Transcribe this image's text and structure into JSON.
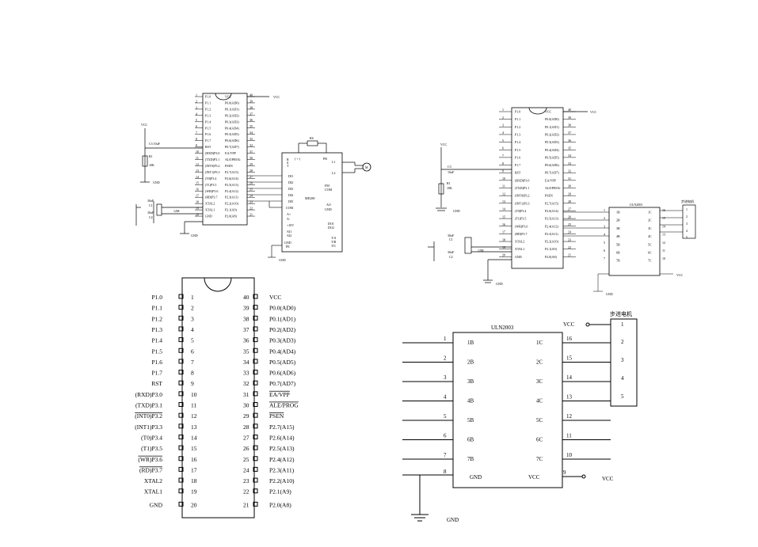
{
  "mcu_large": {
    "left_pins": [
      {
        "n": "1",
        "name": "P1.0"
      },
      {
        "n": "2",
        "name": "P1.1"
      },
      {
        "n": "3",
        "name": "P1.2"
      },
      {
        "n": "4",
        "name": "P1.3"
      },
      {
        "n": "5",
        "name": "P1.4"
      },
      {
        "n": "6",
        "name": "P1.5"
      },
      {
        "n": "7",
        "name": "P1.6"
      },
      {
        "n": "8",
        "name": "P1.7"
      },
      {
        "n": "9",
        "name": "RST"
      },
      {
        "n": "10",
        "name": "(RXD)P3.0"
      },
      {
        "n": "11",
        "name": "(TXD)P3.1"
      },
      {
        "n": "12",
        "name": "(INT0)P3.2"
      },
      {
        "n": "13",
        "name": "(INT1)P3.3"
      },
      {
        "n": "14",
        "name": "(T0)P3.4"
      },
      {
        "n": "15",
        "name": "(T1)P3.5"
      },
      {
        "n": "16",
        "name": "(WR)P3.6"
      },
      {
        "n": "17",
        "name": "(RD)P3.7"
      },
      {
        "n": "18",
        "name": "XTAL2"
      },
      {
        "n": "19",
        "name": "XTAL1"
      },
      {
        "n": "20",
        "name": "GND"
      }
    ],
    "right_pins": [
      {
        "n": "40",
        "name": "VCC"
      },
      {
        "n": "39",
        "name": "P0.0(AD0)"
      },
      {
        "n": "38",
        "name": "P0.1(AD1)"
      },
      {
        "n": "37",
        "name": "P0.2(AD2)"
      },
      {
        "n": "36",
        "name": "P0.3(AD3)"
      },
      {
        "n": "35",
        "name": "P0.4(AD4)"
      },
      {
        "n": "34",
        "name": "P0.5(AD5)"
      },
      {
        "n": "33",
        "name": "P0.6(AD6)"
      },
      {
        "n": "32",
        "name": "P0.7(AD7)"
      },
      {
        "n": "31",
        "name": "EA/VPP"
      },
      {
        "n": "30",
        "name": "ALE/PROG"
      },
      {
        "n": "29",
        "name": "PSEN"
      },
      {
        "n": "28",
        "name": "P2.7(A15)"
      },
      {
        "n": "27",
        "name": "P2.6(A14)"
      },
      {
        "n": "26",
        "name": "P2.5(A13)"
      },
      {
        "n": "25",
        "name": "P2.4(A12)"
      },
      {
        "n": "24",
        "name": "P2.3(A11)"
      },
      {
        "n": "23",
        "name": "P2.2(A10)"
      },
      {
        "n": "22",
        "name": "P2.1(A9)"
      },
      {
        "n": "21",
        "name": "P2.0(A8)"
      }
    ]
  },
  "uln": {
    "title": "ULN2003",
    "inputs": [
      {
        "n": "1",
        "name": "1B"
      },
      {
        "n": "2",
        "name": "2B"
      },
      {
        "n": "3",
        "name": "3B"
      },
      {
        "n": "4",
        "name": "4B"
      },
      {
        "n": "5",
        "name": "5B"
      },
      {
        "n": "6",
        "name": "6B"
      },
      {
        "n": "7",
        "name": "7B"
      }
    ],
    "outputs": [
      {
        "n": "16",
        "name": "1C"
      },
      {
        "n": "15",
        "name": "2C"
      },
      {
        "n": "14",
        "name": "3C"
      },
      {
        "n": "13",
        "name": "4C"
      },
      {
        "n": "12",
        "name": "5C"
      },
      {
        "n": "11",
        "name": "6C"
      },
      {
        "n": "10",
        "name": "7C"
      }
    ],
    "gnd_pin": "8",
    "gnd_label": "GND",
    "vcc_pin": "9",
    "vcc_label": "VCC",
    "vcc_net": "VCC",
    "gnd_net": "GND"
  },
  "motor": {
    "title": "步进电机",
    "vcc": "VCC",
    "pins": [
      "1",
      "2",
      "3",
      "4",
      "5"
    ]
  },
  "schematic_left": {
    "vcc": "VCC",
    "gnd": "GND",
    "c3": "C3  10uF",
    "r1": "R1",
    "r1_val": "10K",
    "c1": "30uF",
    "c1_name": "C1",
    "c2": "30uF",
    "c2_name": "C2",
    "crystal": "12M",
    "rs": "RS",
    "mdriver": "MD280",
    "l1": "L1",
    "l2": "L2",
    "m": "M"
  },
  "schematic_right": {
    "vcc": "VCC",
    "gnd": "GND",
    "c3": "C3",
    "c3_val": "10uF",
    "r1": "R1",
    "r1_val": "10K",
    "crystal": "12M",
    "c1": "30uF",
    "c1_name": "C1",
    "c2": "30uF",
    "c2_name": "C2",
    "uln": "ULN2003",
    "motor": "步进电机"
  }
}
